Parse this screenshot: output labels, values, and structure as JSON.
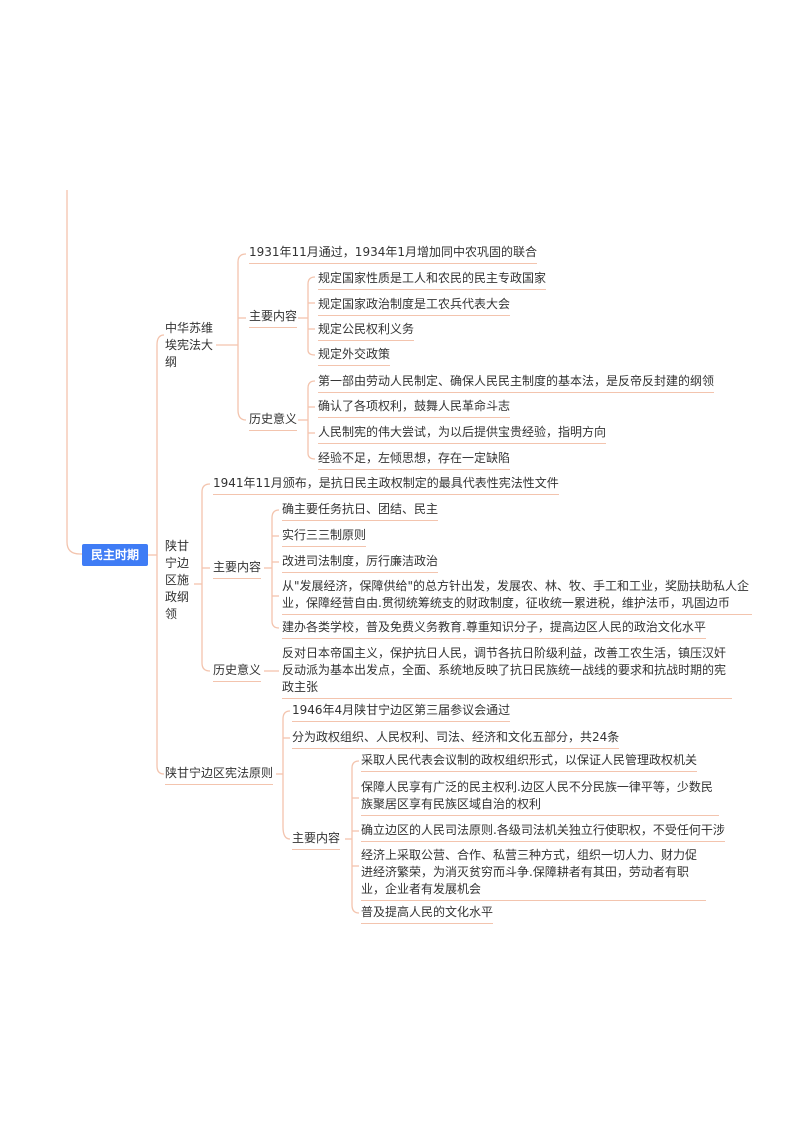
{
  "root": "民主时期",
  "constitution_1931": {
    "title": "中华苏维埃宪法大纲",
    "passed": "1931年11月通过，1934年1月增加同中农巩固的联合",
    "main_content_label": "主要内容",
    "main_content": [
      "规定国家性质是工人和农民的民主专政国家",
      "规定国家政治制度是工农兵代表大会",
      "规定公民权利义务",
      "规定外交政策"
    ],
    "significance_label": "历史意义",
    "significance": [
      "第一部由劳动人民制定、确保人民民主制度的基本法，是反帝反封建的纲领",
      "确认了各项权利，鼓舞人民革命斗志",
      "人民制宪的伟大尝试，为以后提供宝贵经验，指明方向",
      "经验不足，左倾思想，存在一定缺陷"
    ]
  },
  "shaan_gan_ning_1941": {
    "title": "陕甘宁边区施政纲领",
    "promulgated": "1941年11月颁布，是抗日民主政权制定的最具代表性宪法性文件",
    "main_content_label": "主要内容",
    "main_content": [
      "确主要任务抗日、团结、民主",
      "实行三三制原则",
      "改进司法制度，厉行廉洁政治",
      "从\"发展经济，保障供给\"的总方针出发，发展农、林、牧、手工和工业，奖励扶助私人企业，保障经营自由.贯彻统筹统支的财政制度，征收统一累进税，维护法币，巩固边币",
      "建办各类学校，普及免费义务教育.尊重知识分子，提高边区人民的政治文化水平"
    ],
    "significance_label": "历史意义",
    "significance": "反对日本帝国主义，保护抗日人民，调节各抗日阶级利益，改善工农生活，镇压汉奸反动派为基本出发点，全面、系统地反映了抗日民族统一战线的要求和抗战时期的宪政主张"
  },
  "shaan_gan_ning_1946": {
    "title": "陕甘宁边区宪法原则",
    "passed": "1946年4月陕甘宁边区第三届参议会通过",
    "structure": "分为政权组织、人民权利、司法、经济和文化五部分，共24条",
    "main_content_label": "主要内容",
    "main_content": [
      "采取人民代表会议制的政权组织形式，以保证人民管理政权机关",
      "保障人民享有广泛的民主权利.边区人民不分民族一律平等，少数民族聚居区享有民族区域自治的权利",
      "确立边区的人民司法原则.各级司法机关独立行使职权，不受任何干涉",
      "经济上采取公营、合作、私营三种方式，组织一切人力、财力促进经济繁荣，为消灭贫穷而斗争.保障耕者有其田，劳动者有职业，企业者有发展机会",
      "普及提高人民的文化水平"
    ]
  },
  "colors": {
    "root_bg": "#3f7cf5",
    "line": "#f3c4ae",
    "text": "#333333"
  }
}
